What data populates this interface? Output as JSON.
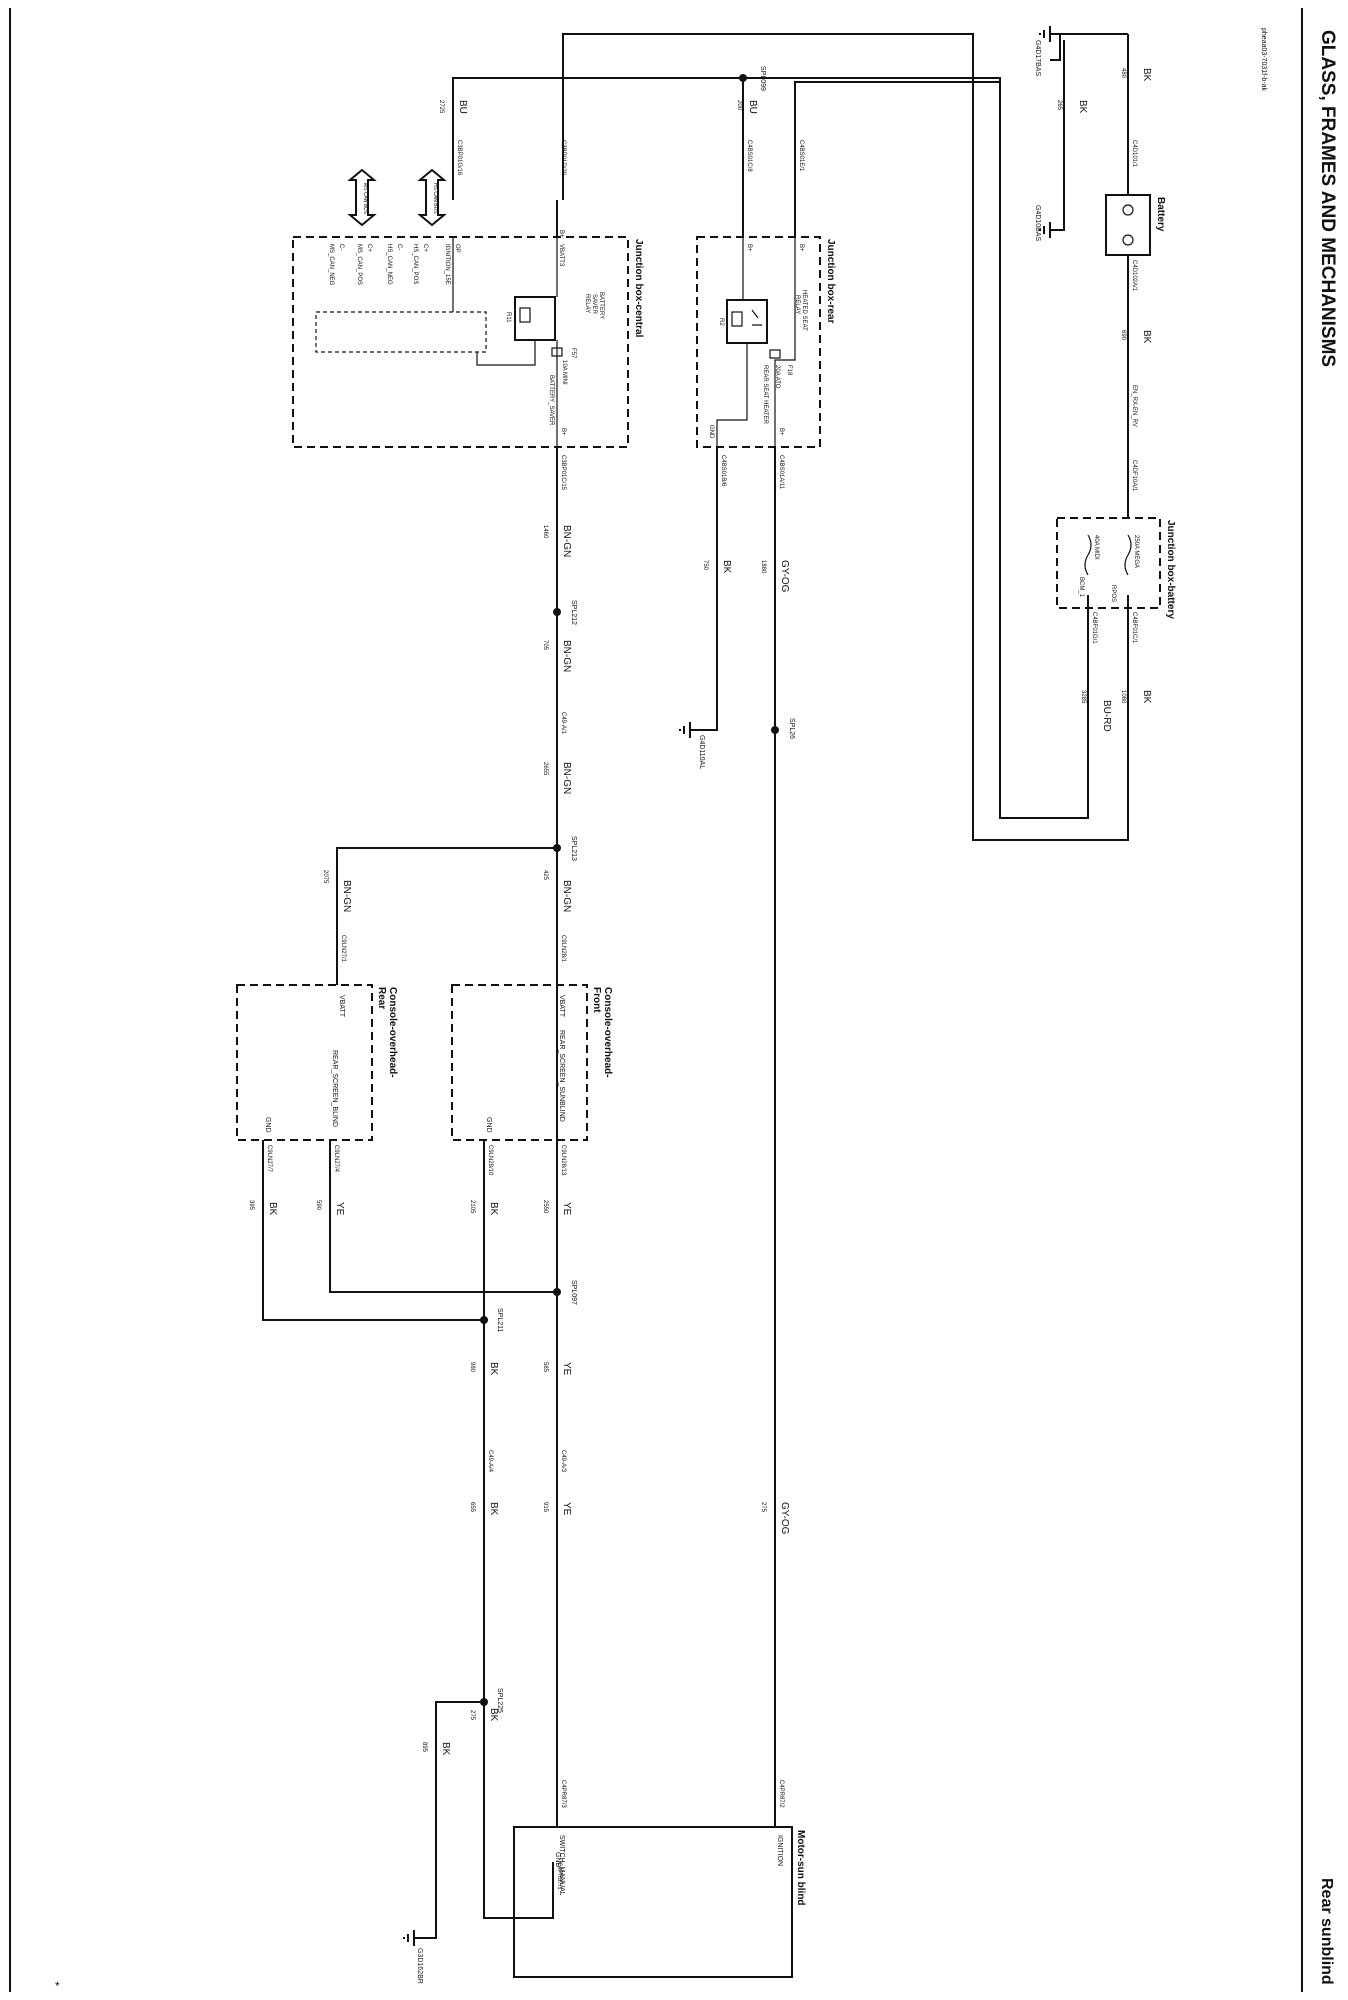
{
  "header": {
    "section_title": "GLASS, FRAMES AND MECHANISMS",
    "page_subject": "Rear sunblind",
    "image_code": "pheaa03-7031f-b-ak",
    "margin_mark": "*"
  },
  "components": {
    "battery": "Battery",
    "jb_battery": "Junction box-battery",
    "jb_rear": "Junction box-rear",
    "jb_central": "Junction box-central",
    "console_front_1": "Console-overhead-",
    "console_front_2": "Front",
    "console_rear_1": "Console-overhead-",
    "console_rear_2": "Rear",
    "motor": "Motor-sun blind"
  },
  "internals": {
    "jbb_fuse1": "250A MEGA",
    "jbb_fuse2": "40A MIDI",
    "jbb_rpos": "RPOS",
    "jbb_bcm": "BCM_1",
    "jbr_relay1": "HEATED SEAT",
    "jbr_relay2": "RELAY",
    "jbr_r2": "R2",
    "jbr_f18": "F18",
    "jbr_f18_rating": "20A ATO",
    "jbr_output": "REAR SEAT HEATER",
    "jbr_gnd": "GND",
    "jbr_bplus": "B+",
    "jbc_relay1": "BATTERY",
    "jbc_relay2": "SAVER",
    "jbc_relay3": "RELAY",
    "jbc_r11": "R11",
    "jbc_f57": "F57",
    "jbc_f57_rating": "10A MINI",
    "jbc_batt_saver": "BATTERY_SAVER",
    "jbc_vbatt": "VBATT3",
    "jbc_ignition": "IGNITION_15E",
    "jbc_bplus": "B+",
    "jbc_op": "OP",
    "can_hs_pos": "HS_CAN_POS",
    "can_hs_neg": "HS_CAN_NEG",
    "can_ms_pos": "MS_CAN_POS",
    "can_ms_neg": "MS_CAN_NEG",
    "can_c_plus": "C+",
    "can_c_minus": "C-",
    "hs_can_bus": "HS CAN BUS",
    "ms_can_bus": "MS CAN BUS",
    "vbatt": "VBATT",
    "gnd": "GND",
    "rear_screen_sunblind": "REAR_SCREEN_SUNBLIND",
    "rear_screen_blind": "REAR_SCREEN_BLIND",
    "ignition": "IGNITION",
    "switch_manual": "SWITCH_MANUAL",
    "en_rx_en_rv": "EN_RX-EN_RV"
  },
  "connectors": {
    "c4d101": "C4D101/1",
    "c4d102": "C4D102A/1",
    "c4df10": "C4DF10A/1",
    "c4bf011": "C4BF01C/1",
    "c4bf01g": "C4BF01G/1",
    "c4bs01e": "C4BS01E/1",
    "c4bs01c": "C4BS01C/8",
    "c4bs01a": "C4BS01A/11",
    "c4bs01b": "C4BS01B/6",
    "c3bp01d": "C3BP01D/20",
    "c3bp01g": "C3BP01G/16",
    "c3bp01c": "C3BP01C/15",
    "c49a1": "C49-A/1",
    "c49a3": "C49-A/3",
    "c49a4": "C49-A/4",
    "c9ln28_1": "C9LN28/1",
    "c9ln27_1": "C9LN27/1",
    "c9ln28_13": "C9LN28/13",
    "c9ln28_10": "C9LN28/10",
    "c9ln27_4": "C9LN27/4",
    "c9ln27_7": "C9LN27/7",
    "c4pr87_2": "C4PR87/2",
    "c4pr87_3": "C4PR87/3",
    "c4pr87_1": "C4PR87/1"
  },
  "grounds": {
    "g4d17bas": "G4D17BAS",
    "g4d10bas": "G4D10BAS",
    "g4d110al": "G4D110AL",
    "g3d162br": "G3D162BR"
  },
  "splices": {
    "spl099": "SPL099",
    "spl212": "SPL212",
    "spl213": "SPL213",
    "spl097": "SPL097",
    "spl211": "SPL211",
    "spl225": "SPL225",
    "spl26": "SPL26"
  },
  "wires": {
    "w480_c": "BK",
    "w480_n": "480",
    "w265_c": "BK",
    "w265_n": "265",
    "w690_c": "BK",
    "w690_n": "690",
    "w1080_c": "BK",
    "w1080_n": "1080",
    "w3285_c": "BU-RD",
    "w3285_n": "3285",
    "w2725_c": "BU",
    "w2725_n": "2725",
    "w200_c": "BU",
    "w200_n": "200",
    "w1880_c": "GY-OG",
    "w1880_n": "1880",
    "w750_c": "BK",
    "w750_n": "750",
    "w1460_c": "BN-GN",
    "w1460_n": "1460",
    "w705_c": "BN-GN",
    "w705_n": "705",
    "w2655_c": "BN-GN",
    "w2655_n": "2655",
    "w425_c": "BN-GN",
    "w425_n": "425",
    "w2075_c": "BN-GN",
    "w2075_n": "2075",
    "w2550_c": "YE",
    "w2550_n": "2550",
    "w2105_c": "BK",
    "w2105_n": "2105",
    "w590_c": "YE",
    "w590_n": "590",
    "w395_c": "BK",
    "w395_n": "395",
    "w585_c": "YE",
    "w585_n": "585",
    "w980_c": "BK",
    "w980_n": "980",
    "w915_c": "YE",
    "w915_n": "915",
    "w655_c": "BK",
    "w655_n": "655",
    "w275a_c": "GY-OG",
    "w275a_n": "275",
    "w275b_c": "BK",
    "w275b_n": "275",
    "w895_c": "BK",
    "w895_n": "895"
  }
}
